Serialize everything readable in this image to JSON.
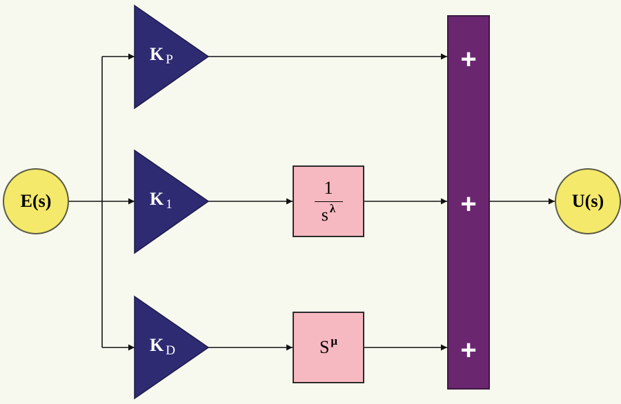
{
  "input": {
    "label": "E(s)"
  },
  "output": {
    "label": "U(s)"
  },
  "gains": [
    {
      "main": "K",
      "sub": "P"
    },
    {
      "main": "K",
      "sub": "1"
    },
    {
      "main": "K",
      "sub": "D"
    }
  ],
  "integrator": {
    "numerator": "1",
    "base": "s",
    "exponent": "λ"
  },
  "differentiator": {
    "base": "S",
    "exponent": "μ"
  },
  "summer": {
    "signs": [
      "+",
      "+",
      "+"
    ]
  },
  "colors": {
    "background": "#f8f9ee",
    "gain_fill": "#2e2b72",
    "circle_fill": "#f4e96a",
    "block_fill": "#f7b9c1",
    "summer_fill": "#6a2770"
  }
}
